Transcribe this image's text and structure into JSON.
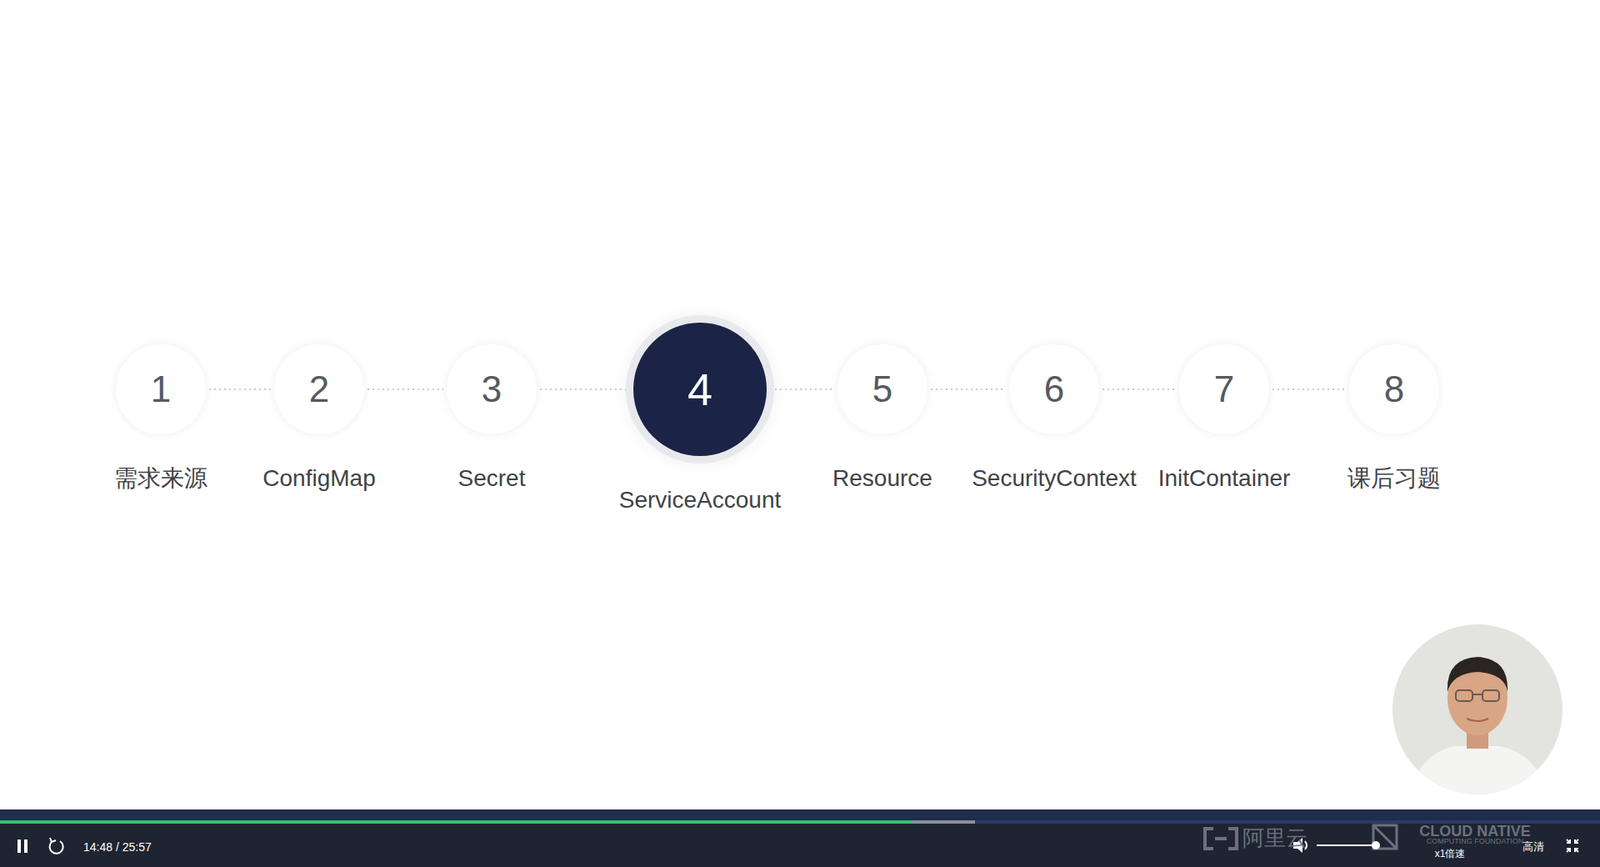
{
  "diagram": {
    "nodes": [
      {
        "text": [
          "1",
          "需求来源"
        ]
      },
      {
        "text": [
          "2",
          "ConfigMap"
        ]
      },
      {
        "text": [
          "3",
          "Secret"
        ]
      },
      {
        "text": [
          "4",
          "ServiceAccount"
        ]
      },
      {
        "text": [
          "5",
          "Resource"
        ]
      },
      {
        "text": [
          "6",
          "SecurityContext"
        ]
      },
      {
        "text": [
          "7",
          "InitContainer"
        ]
      },
      {
        "text": [
          "8",
          "课后习题"
        ]
      }
    ],
    "edges": [
      {
        "from": 0,
        "to": 1,
        "arrow": "none"
      },
      {
        "from": 1,
        "to": 2,
        "arrow": "none"
      },
      {
        "from": 2,
        "to": 3,
        "arrow": "none"
      },
      {
        "from": 3,
        "to": 4,
        "arrow": "none"
      },
      {
        "from": 4,
        "to": 5,
        "arrow": "none"
      },
      {
        "from": 5,
        "to": 6,
        "arrow": "none"
      },
      {
        "from": 6,
        "to": 7,
        "arrow": "none"
      }
    ],
    "labels": [
      "14:48 / 25:57",
      "阿里云",
      "CLOUD NATIVE",
      "COMPUTING FOUNDATION",
      "x1倍速",
      "高清"
    ]
  }
}
